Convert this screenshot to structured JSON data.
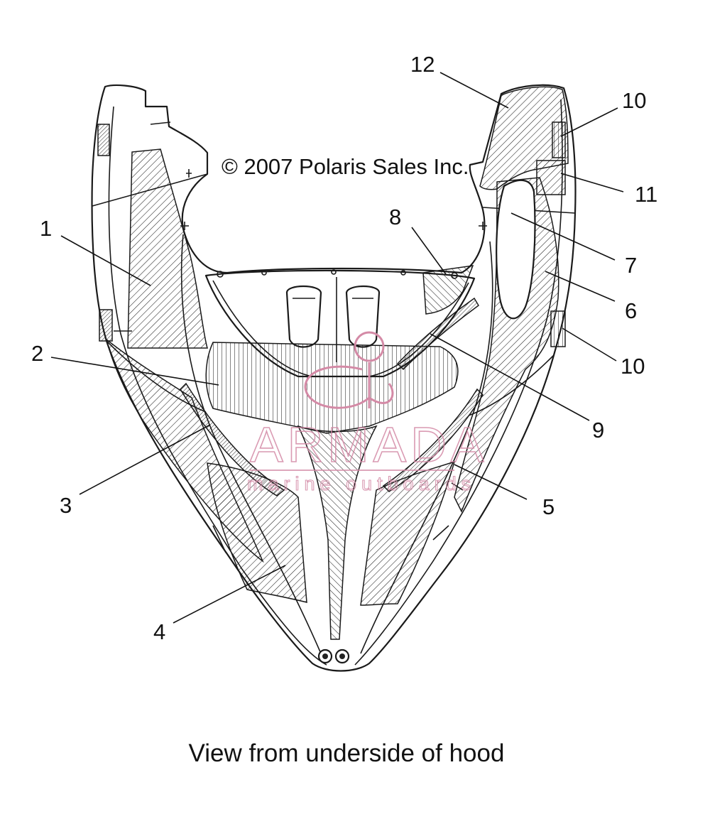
{
  "diagram": {
    "copyright": "© 2007 Polaris Sales Inc.",
    "caption": "View from underside of hood",
    "watermark": {
      "brand": "ARMADA",
      "tagline": "marine outboards",
      "color": "#d48aa6"
    },
    "callouts": [
      "1",
      "2",
      "3",
      "4",
      "5",
      "6",
      "7",
      "8",
      "9",
      "10",
      "10",
      "11",
      "12"
    ]
  }
}
